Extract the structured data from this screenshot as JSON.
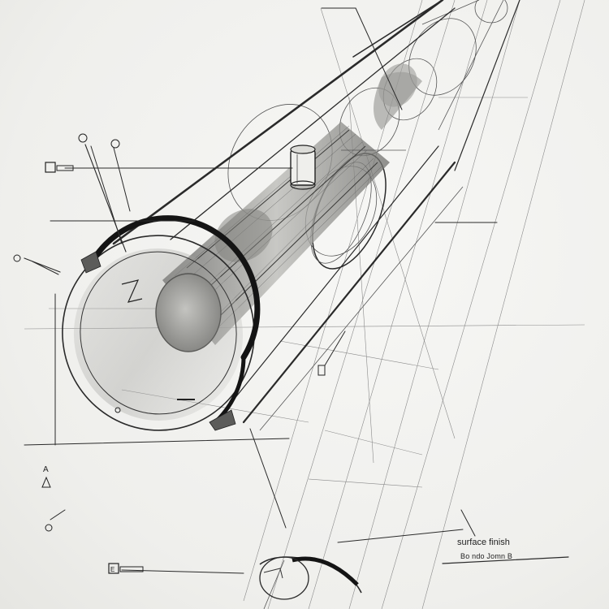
{
  "annotations": {
    "surface_finish": "surface finish",
    "surface_finish_sub": "Bo ndo Jomn B"
  },
  "markers": {
    "letter_a": "A",
    "letter_e": "E"
  },
  "colors": {
    "paper": "#f1f1ef",
    "graphite": "#2a2a2a",
    "shading": "#6f6f6f"
  }
}
